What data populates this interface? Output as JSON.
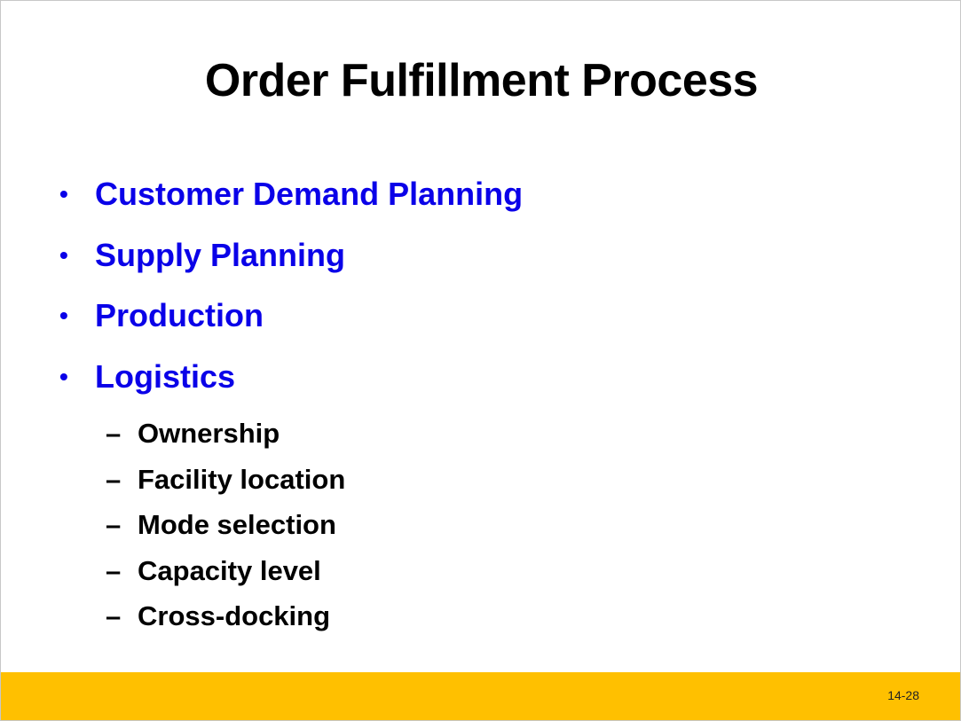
{
  "slide": {
    "title": "Order Fulfillment Process",
    "bullets": [
      "Customer Demand Planning",
      "Supply Planning",
      "Production",
      "Logistics"
    ],
    "sub_bullets": [
      "Ownership",
      "Facility location",
      "Mode selection",
      "Capacity level",
      "Cross-docking"
    ],
    "bullet_glyph": "•",
    "dash_glyph": "–",
    "page_number": "14-28",
    "colors": {
      "bullet_text": "#0a00e8",
      "sub_text": "#000000",
      "footer_bar": "#ffc000"
    }
  }
}
